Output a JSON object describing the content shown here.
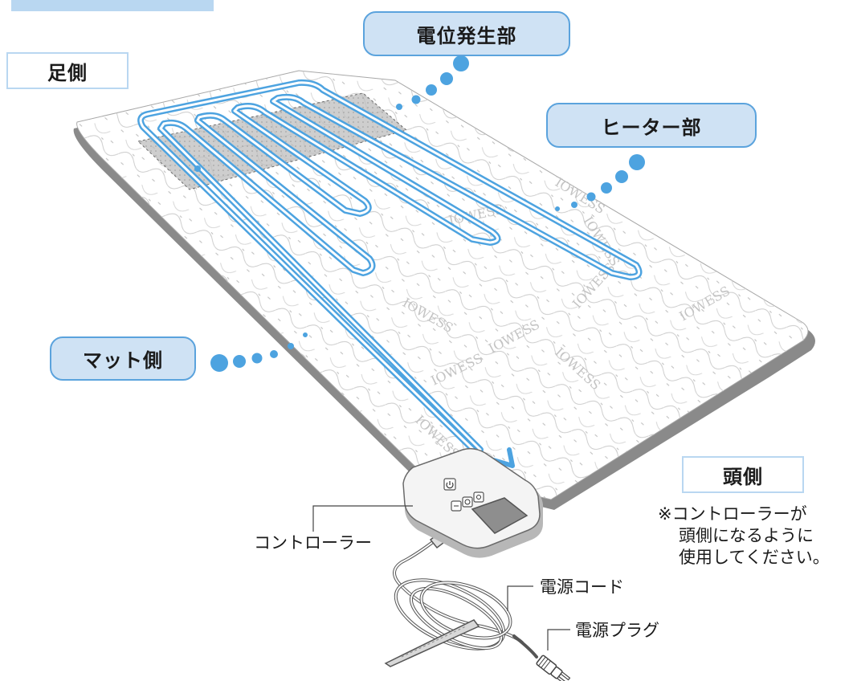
{
  "labels": {
    "potential_generator": "電位発生部",
    "foot_side": "足側",
    "heater": "ヒーター部",
    "mat_side": "マット側",
    "head_side": "頭側",
    "controller": "コントローラー",
    "power_cord": "電源コード",
    "power_plug": "電源プラグ"
  },
  "note": {
    "line1": "※コントローラーが",
    "line2": "頭側になるように",
    "line3": "使用してください。"
  },
  "mat_print": "IOWESS",
  "colors": {
    "accent_blue": "#4da3e0",
    "callout_fill": "#cfe2f4",
    "callout_border": "#5ba3dd",
    "mat_edge": "#8a8a8a",
    "electrode_area": "#bdbdbd"
  },
  "icons": [
    "power-icon",
    "mode-icon",
    "timer-icon",
    "temp-icon"
  ]
}
